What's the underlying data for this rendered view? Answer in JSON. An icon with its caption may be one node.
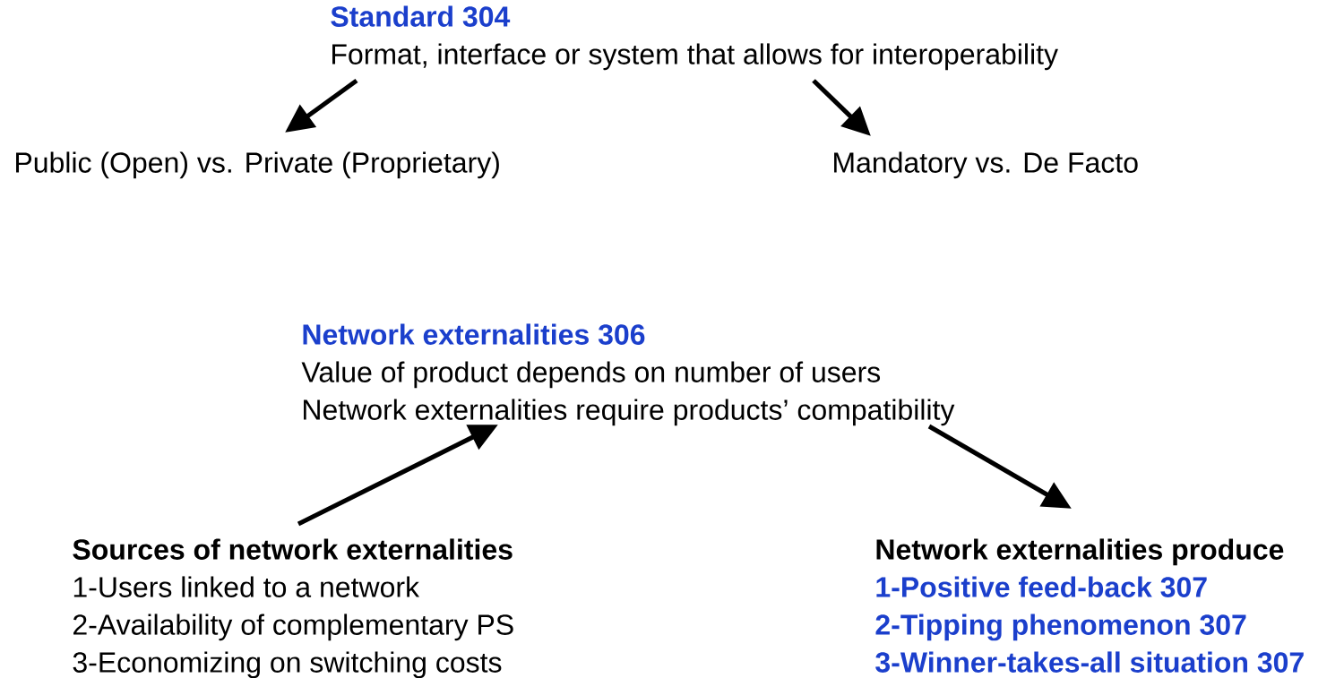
{
  "diagram": {
    "nodes": [
      {
        "text": [
          "Standard 304",
          "Format, interface or system that allows for interoperability"
        ]
      },
      {
        "text": [
          "Public (Open) vs. Private (Proprietary)"
        ]
      },
      {
        "text": [
          "Mandatory vs. De Facto"
        ]
      },
      {
        "text": [
          "Network externalities 306",
          "Value of product depends on number of users",
          "Network externalities require products’ compatibility"
        ]
      },
      {
        "text": [
          "Sources of network externalities",
          "1-Users linked to a network",
          "2-Availability of complementary PS",
          "3-Economizing on switching costs"
        ]
      },
      {
        "text": [
          "Network externalities produce",
          "1-Positive feed-back 307",
          "2-Tipping phenomenon 307",
          "3-Winner-takes-all situation 307"
        ]
      }
    ],
    "edges": [
      {
        "from": 0,
        "to": 1,
        "arrow": "to"
      },
      {
        "from": 0,
        "to": 2,
        "arrow": "to"
      },
      {
        "from": 4,
        "to": 3,
        "arrow": "to"
      },
      {
        "from": 3,
        "to": 5,
        "arrow": "to"
      }
    ]
  }
}
